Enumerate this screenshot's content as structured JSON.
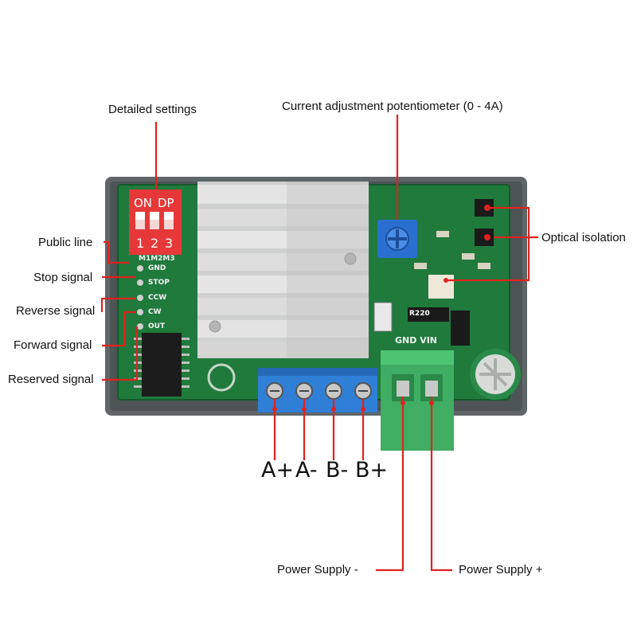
{
  "callouts": {
    "detailed_settings": "Detailed settings",
    "current_pot": "Current adjustment potentiometer (0 - 4A)",
    "optical_isolation": "Optical isolation",
    "public_line": "Public line",
    "stop_signal": "Stop signal",
    "reverse_signal": "Reverse signal",
    "forward_signal": "Forward signal",
    "reserved_signal": "Reserved signal",
    "power_minus": "Power Supply -",
    "power_plus": "Power Supply +"
  },
  "terminals": [
    "A+",
    "A-",
    "B-",
    "B+"
  ],
  "dip_switch": {
    "on_label": "ON",
    "brand": "DP",
    "numbers": [
      "1",
      "2",
      "3"
    ]
  },
  "board_labels": {
    "mode_header": "M1M2M3",
    "pins": [
      "GND",
      "STOP",
      "CCW",
      "CW",
      "OUT"
    ],
    "power_header": "GND VIN",
    "resistor": "R220"
  },
  "colors": {
    "pcb": "#1f7a3c",
    "enclosure": "#5f6668",
    "leader_line": "#e0221f",
    "dip_body": "#e63838",
    "terminal_block_blue": "#2f7fd6",
    "power_terminal_green": "#3fae62",
    "heatsink": "#d8d8d8"
  }
}
